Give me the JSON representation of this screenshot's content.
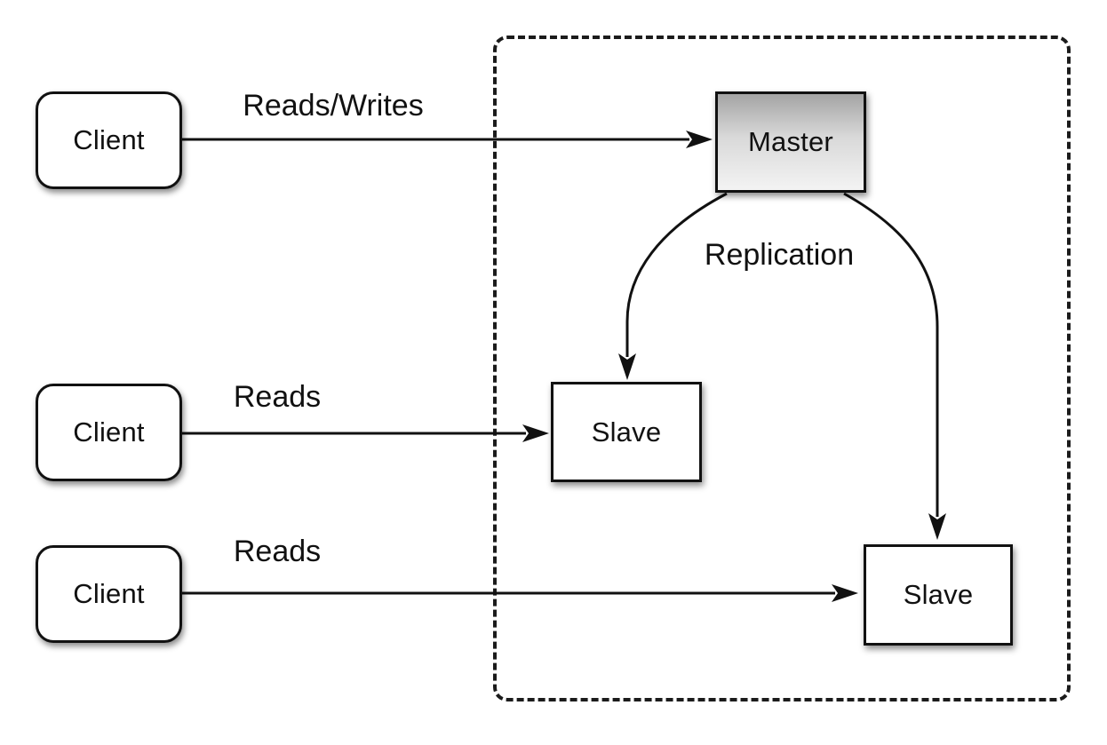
{
  "diagram": {
    "type": "architecture-diagram",
    "topic": "Master-Slave replication",
    "nodes": {
      "client1": {
        "label": "Client",
        "shape": "rounded-rect"
      },
      "client2": {
        "label": "Client",
        "shape": "rounded-rect"
      },
      "client3": {
        "label": "Client",
        "shape": "rounded-rect"
      },
      "master": {
        "label": "Master",
        "shape": "rect",
        "fill": "gray-gradient"
      },
      "slave1": {
        "label": "Slave",
        "shape": "rect"
      },
      "slave2": {
        "label": "Slave",
        "shape": "rect"
      }
    },
    "edges": {
      "reads_writes": {
        "label": "Reads/Writes",
        "from": "client1",
        "to": "master"
      },
      "reads_1": {
        "label": "Reads",
        "from": "client2",
        "to": "slave1"
      },
      "reads_2": {
        "label": "Reads",
        "from": "client3",
        "to": "slave2"
      },
      "replication_left": {
        "label": "Replication",
        "from": "master",
        "to": "slave1"
      },
      "replication_right": {
        "label": "Replication",
        "from": "master",
        "to": "slave2"
      }
    },
    "groups": {
      "replication_boundary": {
        "style": "dashed",
        "contains": [
          "master",
          "slave1",
          "slave2"
        ]
      }
    },
    "colors": {
      "background": "#ffffff",
      "stroke": "#111111",
      "node_fill": "#ffffff",
      "master_gradient_top": "#a4a4a4",
      "master_gradient_bottom": "#f3f3f3"
    }
  }
}
